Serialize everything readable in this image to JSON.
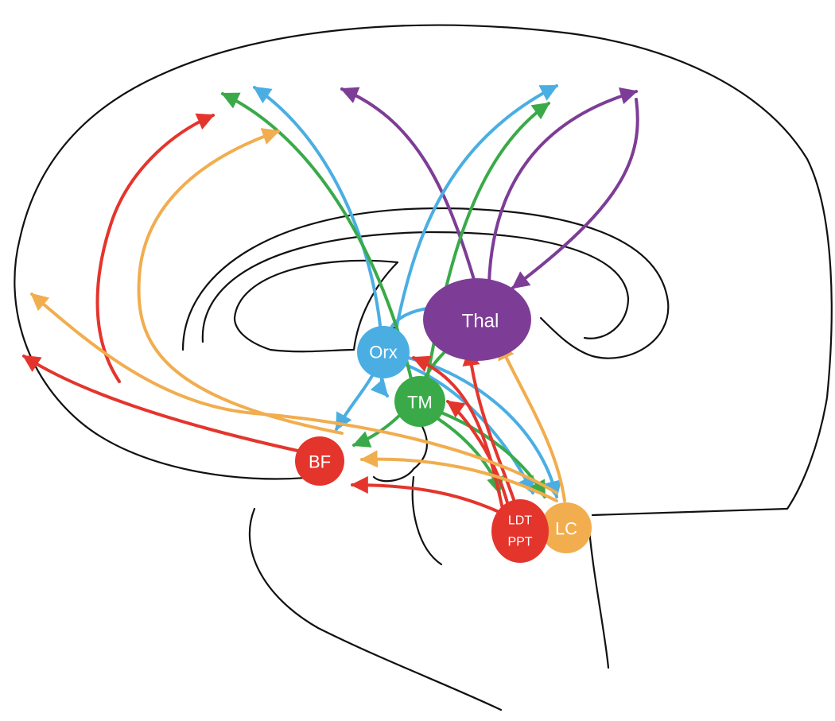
{
  "colors": {
    "orexin": "#4aaee3",
    "tuberomammillary": "#3aaa49",
    "thalamus": "#7d3d96",
    "cholinergic": "#e4352d",
    "locus_coeruleus": "#f1ad4e",
    "outline": "#111111"
  },
  "nodes": {
    "thal": {
      "label": "Thal"
    },
    "orx": {
      "label": "Orx"
    },
    "tm": {
      "label": "TM"
    },
    "bf": {
      "label": "BF"
    },
    "ldt": {
      "label": "LDT"
    },
    "ppt": {
      "label": "PPT"
    },
    "lc": {
      "label": "LC"
    }
  }
}
